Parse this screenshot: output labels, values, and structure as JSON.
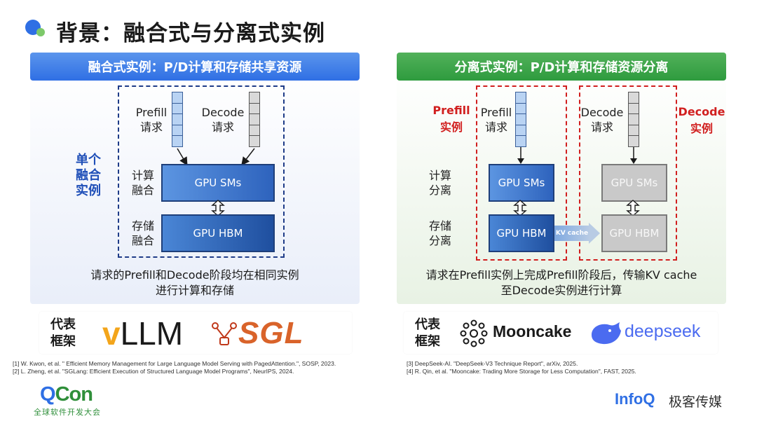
{
  "title": "背景：融合式与分离式实例",
  "left": {
    "header": "融合式实例：P/D计算和存储共享资源",
    "side_label": "单个\n融合\n实例",
    "prefill_label": "Prefill\n请求",
    "decode_label": "Decode\n请求",
    "compute_label": "计算\n融合",
    "storage_label": "存储\n融合",
    "gpu_sms": "GPU SMs",
    "gpu_hbm": "GPU HBM",
    "caption": "请求的Prefill和Decode阶段均在相同实例\n进行计算和存储",
    "framework_label": "代表\n框架",
    "vllm_v": "v",
    "vllm_text": "LLM",
    "sgl_text": "SGL"
  },
  "right": {
    "header": "分离式实例：P/D计算和存储资源分离",
    "prefill_instance": "Prefill\n实例",
    "decode_instance": "Decode\n实例",
    "prefill_label": "Prefill\n请求",
    "decode_label": "Decode\n请求",
    "compute_label": "计算\n分离",
    "storage_label": "存储\n分离",
    "gpu_sms_a": "GPU SMs",
    "gpu_hbm_a": "GPU HBM",
    "gpu_sms_b": "GPU SMs",
    "gpu_hbm_b": "GPU HBM",
    "kv_cache": "KV cache",
    "caption": "请求在Prefill实例上完成Prefill阶段后，传输KV cache\n至Decode实例进行计算",
    "framework_label": "代表\n框架",
    "mooncake": "Mooncake",
    "deepseek": "deepseek"
  },
  "refs_left": [
    "[1] W. Kwon, et al. \" Efficient Memory Management for Large Language Model Serving with PagedAttention.\", SOSP, 2023.",
    "[2] L. Zheng, et al. \"SGLang: Efficient Execution of Structured Language Model Programs\", NeurIPS, 2024."
  ],
  "refs_right": [
    "[3] DeepSeek-AI. \"DeepSeek-V3 Technique Report\", arXiv, 2025.",
    "[4] R. Qin, et al. \"Mooncake: Trading More Storage for Less Computation\", FAST, 2025."
  ],
  "footer": {
    "qcon_q": "Q",
    "qcon_rest": "Con",
    "qcon_sub": "全球软件开发大会",
    "infoq": "InfoQ",
    "infoq_cn": "极客传媒"
  },
  "colors": {
    "blue_header": "#2f6fe4",
    "green_header": "#2e9b3e",
    "red_accent": "#d11f1f",
    "navy": "#1f3c88"
  }
}
